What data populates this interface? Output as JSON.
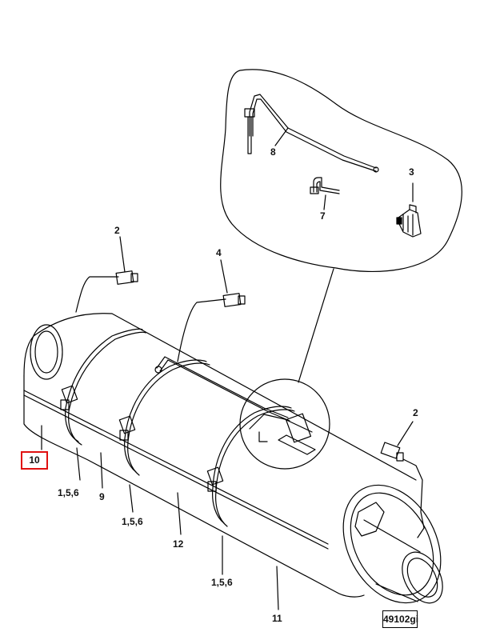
{
  "diagram": {
    "callouts": {
      "c2_top": "2",
      "c4": "4",
      "c8": "8",
      "c3": "3",
      "c7": "7",
      "c2_right": "2",
      "c156_a": "1,5,6",
      "c9": "9",
      "c156_b": "1,5,6",
      "c12": "12",
      "c156_c": "1,5,6",
      "c11": "11"
    },
    "highlighted_callout": "10",
    "reference_code": "49102gi",
    "colors": {
      "highlight": "#e01010",
      "line": "#000000"
    }
  }
}
